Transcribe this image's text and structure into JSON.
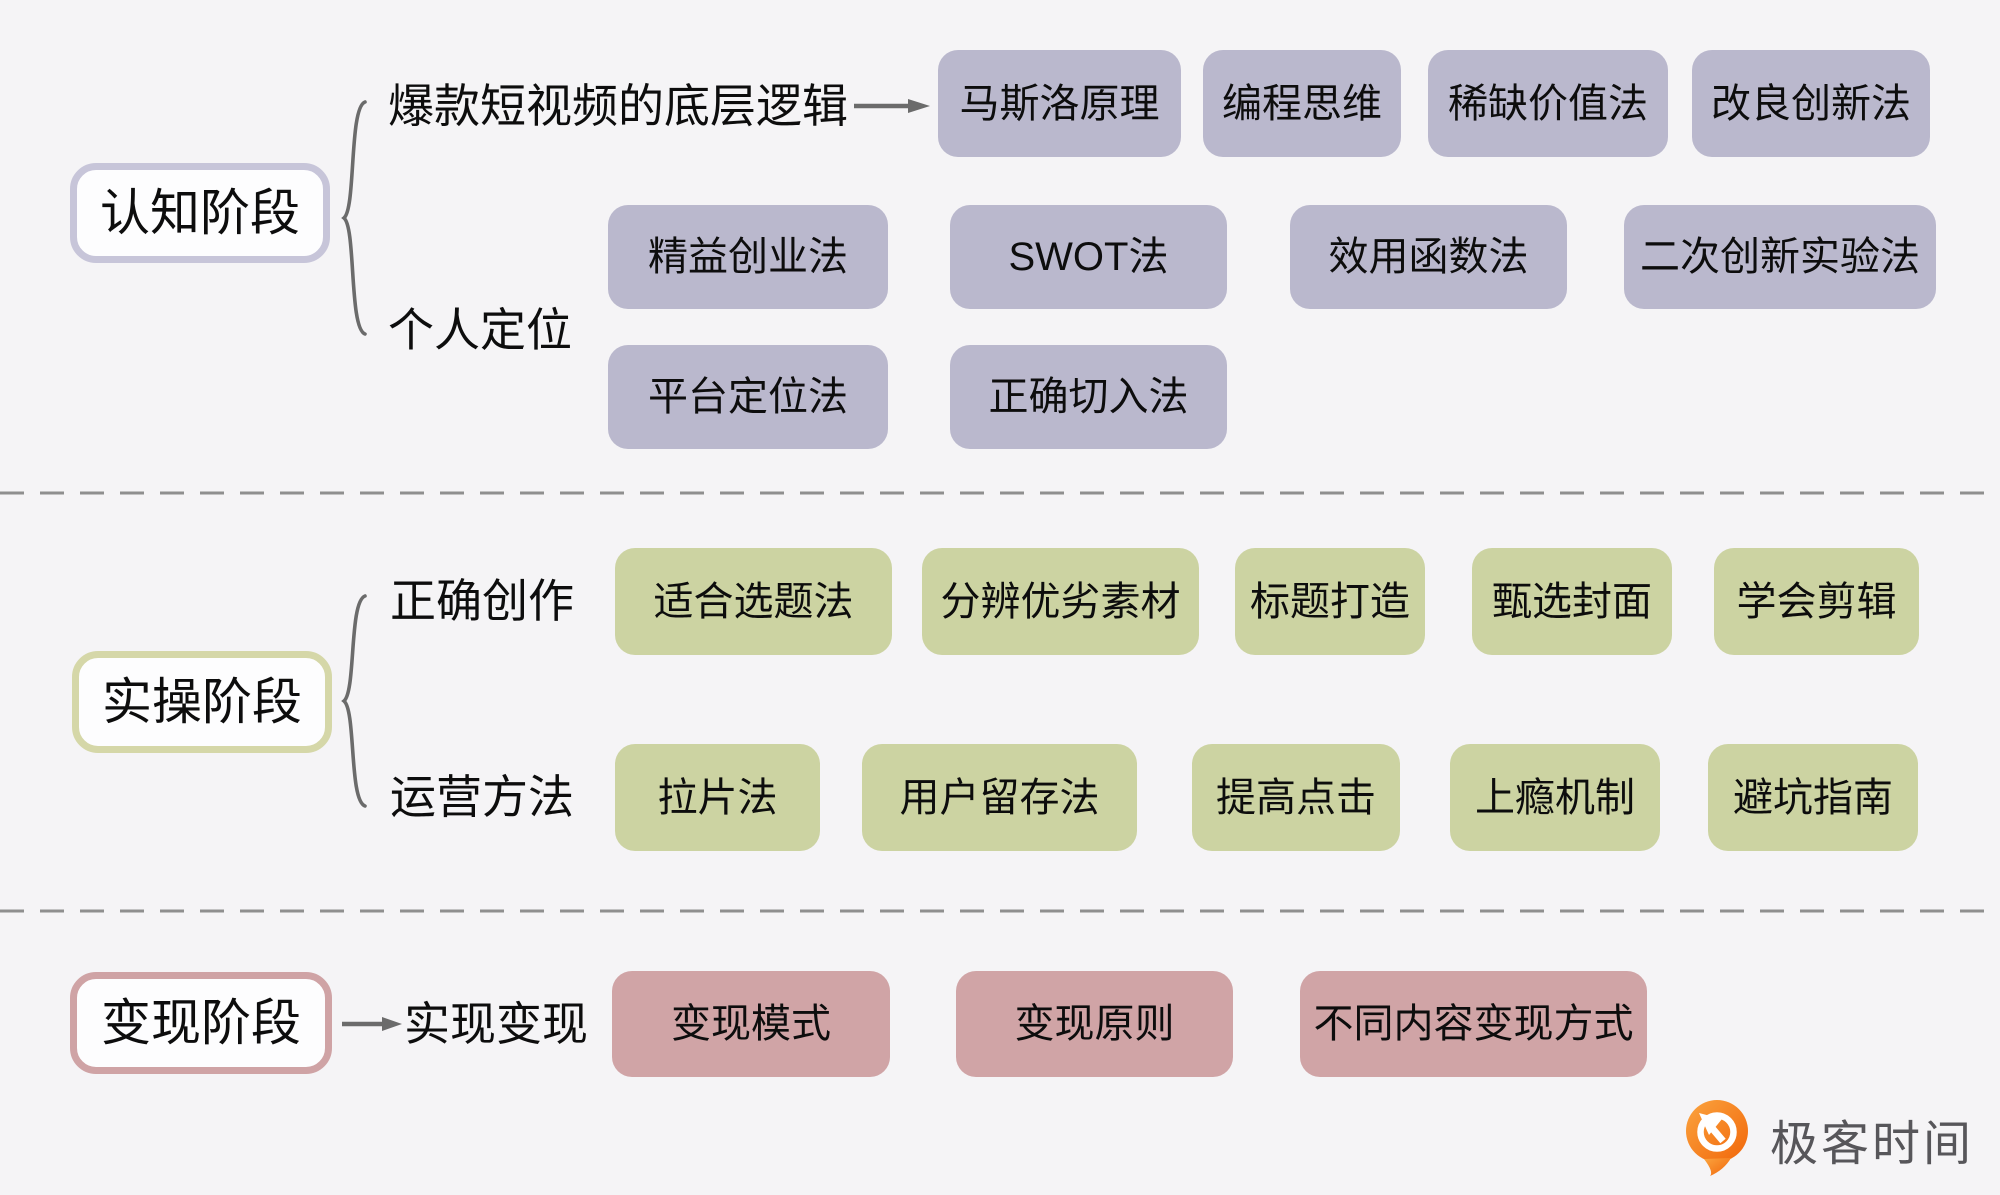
{
  "canvas": {
    "background": "#f5f4f6"
  },
  "colors": {
    "lavender_box": "#bab8cd",
    "lavender_stage_border": "#c7c5d9",
    "green_box": "#ccd3a2",
    "green_stage_border": "#d5d7a8",
    "pink_box": "#d0a4a6",
    "pink_stage_border": "#cfa3a5",
    "connector_gray": "#6b6b6b",
    "divider_gray": "#8f8f8f",
    "logo_orange": "#f1660a",
    "logo_text_gray": "#57565a"
  },
  "sections": [
    {
      "stage": "认知阶段",
      "branches": [
        {
          "label": "爆款短视频的底层逻辑",
          "items": [
            "马斯洛原理",
            "编程思维",
            "稀缺价值法",
            "改良创新法"
          ]
        },
        {
          "label": "个人定位",
          "row1": [
            "精益创业法",
            "SWOT法",
            "效用函数法",
            "二次创新实验法"
          ],
          "row2": [
            "平台定位法",
            "正确切入法"
          ]
        }
      ]
    },
    {
      "stage": "实操阶段",
      "branches": [
        {
          "label": "正确创作",
          "items": [
            "适合选题法",
            "分辨优劣素材",
            "标题打造",
            "甄选封面",
            "学会剪辑"
          ]
        },
        {
          "label": "运营方法",
          "items": [
            "拉片法",
            "用户留存法",
            "提高点击",
            "上瘾机制",
            "避坑指南"
          ]
        }
      ]
    },
    {
      "stage": "变现阶段",
      "branches": [
        {
          "label": "实现变现",
          "items": [
            "变现模式",
            "变现原则",
            "不同内容变现方式"
          ]
        }
      ]
    }
  ],
  "logo": {
    "text": "极客时间"
  }
}
